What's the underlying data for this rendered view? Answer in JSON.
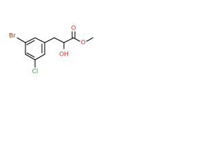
{
  "molecule": {
    "atoms": {
      "br": {
        "label": "Br",
        "color": "#8b3a1a"
      },
      "cl": {
        "label": "Cl",
        "color": "#2f9e44"
      },
      "oh": {
        "label": "OH",
        "color": "#e03131"
      },
      "carbonyl_o": {
        "label": "O",
        "color": "#e03131"
      },
      "ester_o": {
        "label": "O",
        "color": "#e03131"
      }
    },
    "bond_color": "#000000",
    "background_color": "#ffffff"
  }
}
